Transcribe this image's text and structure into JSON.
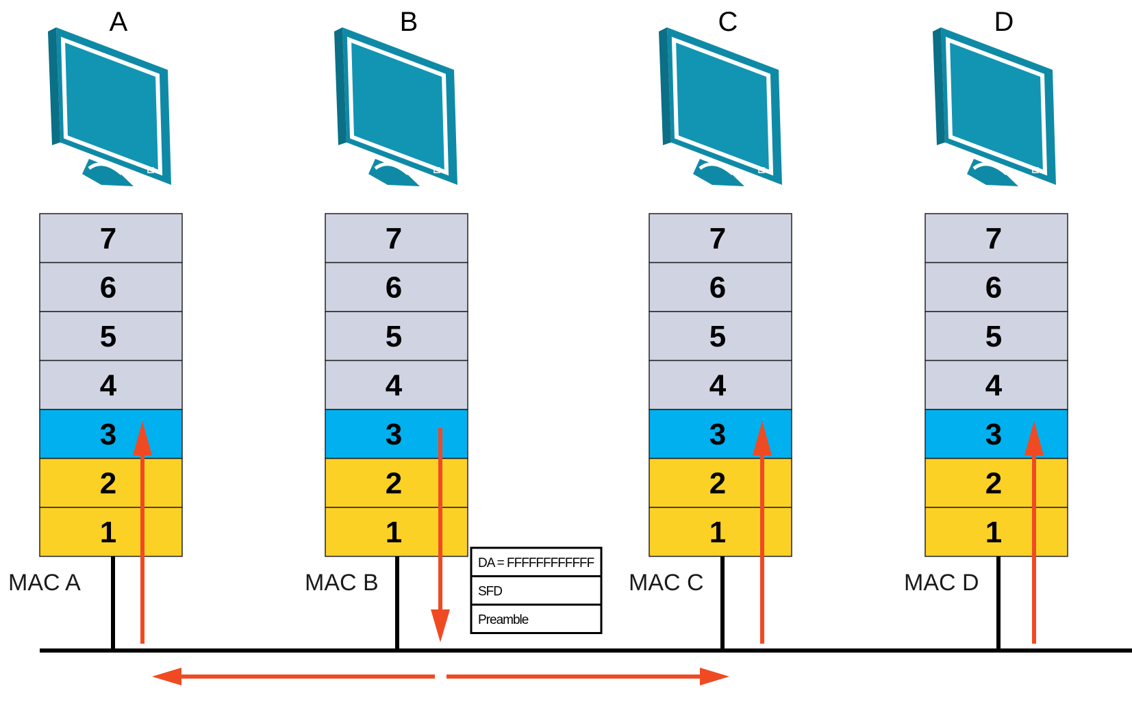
{
  "hosts": [
    {
      "id": "A",
      "label": "A",
      "mac": "MAC A",
      "layers": [
        "7",
        "6",
        "5",
        "4",
        "3",
        "2",
        "1"
      ],
      "arrow": "up"
    },
    {
      "id": "B",
      "label": "B",
      "mac": "MAC B",
      "layers": [
        "7",
        "6",
        "5",
        "4",
        "3",
        "2",
        "1"
      ],
      "arrow": "down"
    },
    {
      "id": "C",
      "label": "C",
      "mac": "MAC C",
      "layers": [
        "7",
        "6",
        "5",
        "4",
        "3",
        "2",
        "1"
      ],
      "arrow": "up"
    },
    {
      "id": "D",
      "label": "D",
      "mac": "MAC D",
      "layers": [
        "7",
        "6",
        "5",
        "4",
        "3",
        "2",
        "1"
      ],
      "arrow": "up"
    }
  ],
  "frame": {
    "fields": [
      "DA = FFFFFFFFFFFF",
      "SFD",
      "Preamble"
    ]
  },
  "colors": {
    "upper_layers": "#d0d4e2",
    "network_layer": "#00b0ef",
    "lower_layers": "#fcd126",
    "arrow": "#f04a23",
    "monitor": "#0f8aa6",
    "screen": "#1295b3",
    "bus": "#000000"
  }
}
